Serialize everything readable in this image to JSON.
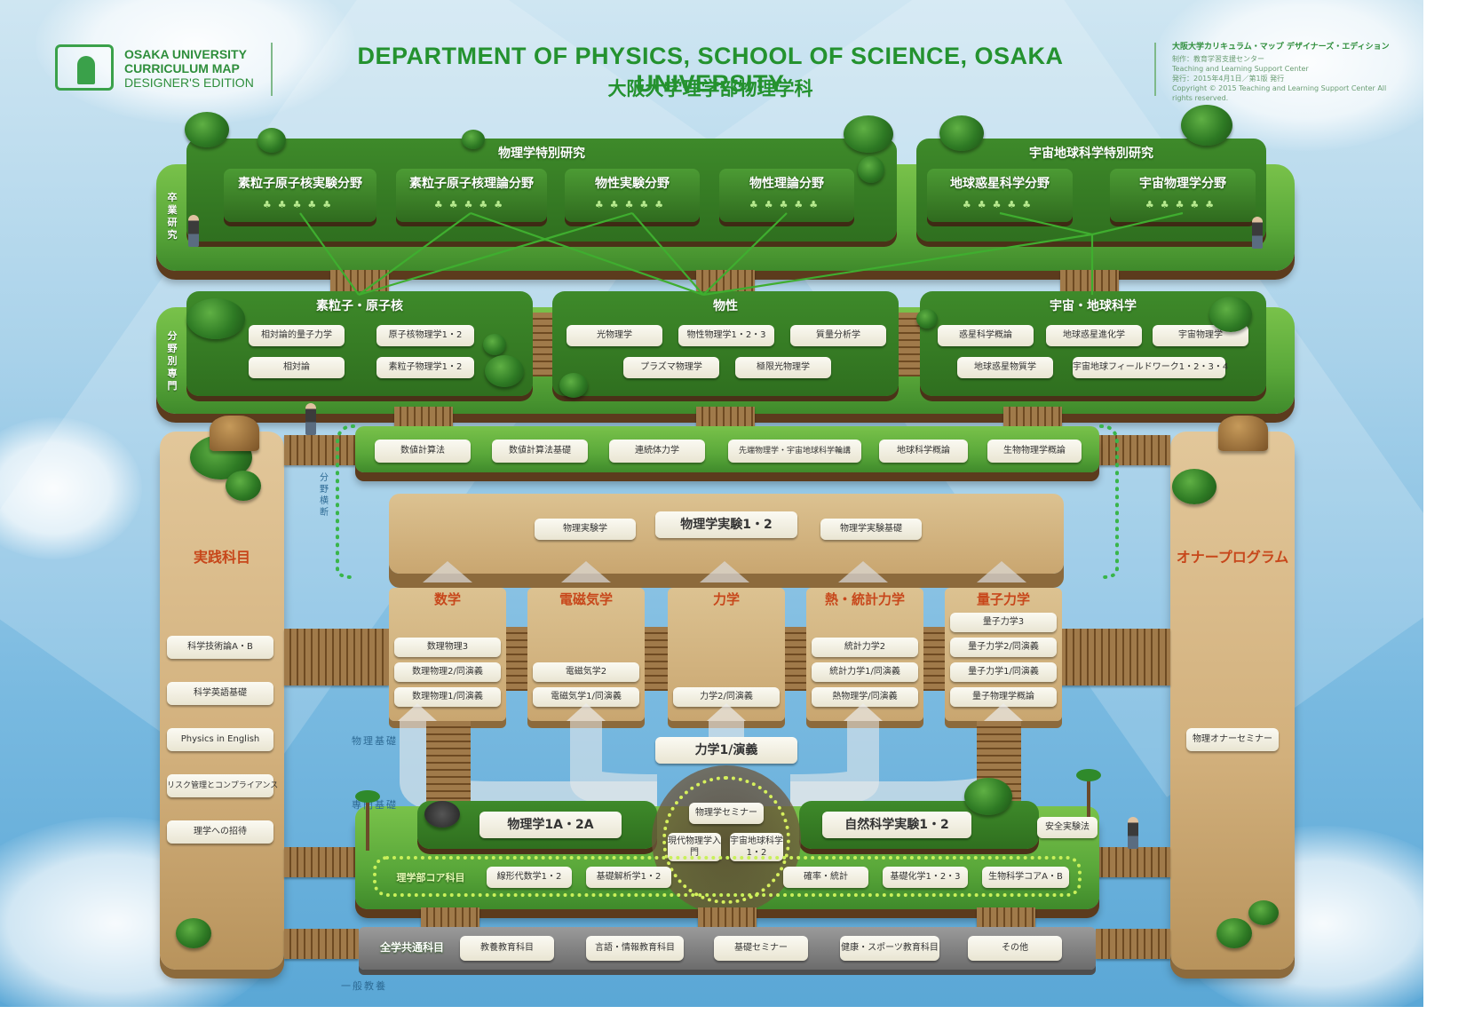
{
  "header": {
    "logo_line1": "OSAKA UNIVERSITY",
    "logo_line2": "CURRICULUM MAP",
    "logo_line3": "DESIGNER'S EDITION",
    "title_en": "DEPARTMENT OF PHYSICS, SCHOOL OF SCIENCE, OSAKA UNIVERSITY",
    "title_ja": "大阪大学理学部物理学科",
    "info_title": "大阪大学カリキュラム・マップ デザイナーズ・エディション",
    "info_line1": "制作：教育学習支援センター",
    "info_line2": "Teaching and Learning Support Center",
    "info_line3": "発行：2015年4月1日／第1版 発行",
    "info_line4": "Copyright © 2015 Teaching and Learning Support Center All rights reserved."
  },
  "labels": {
    "graduation_research": "卒業研究",
    "field_specialty": "分野別専門",
    "cross_field": "分野横断",
    "physics_basic": "物理基礎",
    "specialty_basic": "専門基礎",
    "general_education": "一般教養"
  },
  "graduation": {
    "physics_special": "物理学特別研究",
    "space_special": "宇宙地球科学特別研究",
    "labs": [
      "素粒子原子核実験分野",
      "素粒子原子核理論分野",
      "物性実験分野",
      "物性理論分野",
      "地球惑星科学分野",
      "宇宙物理学分野"
    ],
    "dots": "♣♣♣♣♣"
  },
  "fields": {
    "particle": {
      "title": "素粒子・原子核",
      "items": [
        "相対論的量子力学",
        "原子核物理学1・2",
        "相対論",
        "素粒子物理学1・2"
      ]
    },
    "condensed": {
      "title": "物性",
      "items": [
        "光物理学",
        "物性物理学1・2・3",
        "質量分析学",
        "プラズマ物理学",
        "極限光物理学"
      ]
    },
    "space": {
      "title": "宇宙・地球科学",
      "items": [
        "惑星科学概論",
        "地球惑星進化学",
        "宇宙物理学",
        "地球惑星物質学",
        "宇宙地球フィールドワーク1・2・3・4"
      ]
    }
  },
  "cross": [
    "数値計算法",
    "数値計算法基礎",
    "連続体力学",
    "先端物理学・宇宙地球科学輪講",
    "地球科学概論",
    "生物物理学概論"
  ],
  "experiments": {
    "left": "物理実験学",
    "center": "物理学実験1・2",
    "right": "物理学実験基礎"
  },
  "columns": [
    {
      "title": "数学",
      "items": [
        "数理物理3",
        "数理物理2/同演義",
        "数理物理1/同演義"
      ]
    },
    {
      "title": "電磁気学",
      "items": [
        "電磁気学2",
        "電磁気学1/同演義"
      ]
    },
    {
      "title": "力学",
      "items": [
        "力学2/同演義"
      ]
    },
    {
      "title": "熱・統計力学",
      "items": [
        "統計力学2",
        "統計力学1/同演義",
        "熱物理学/同演義"
      ]
    },
    {
      "title": "量子力学",
      "items": [
        "量子力学3",
        "量子力学2/同演義",
        "量子力学1/同演義",
        "量子物理学概論"
      ]
    }
  ],
  "practice": {
    "title": "実践科目",
    "items": [
      "科学技術論A・B",
      "科学英語基礎",
      "Physics in English",
      "リスク管理とコンプライアンス",
      "理学への招待"
    ]
  },
  "honors": {
    "title": "オナープログラム",
    "items": [
      "物理オナーセミナー"
    ]
  },
  "mechanics1": "力学1/演義",
  "base": {
    "physics12": "物理学1A・2A",
    "natural_exp": "自然科学実験1・2",
    "safety": "安全実験法",
    "seminar": "物理学セミナー",
    "modern": "現代物理学入門",
    "space_sci": "宇宙地球科学1・2",
    "core_label": "理学部コア科目",
    "core_items": [
      "線形代数学1・2",
      "基礎解析学1・2",
      "確率・統計",
      "基礎化学1・2・3",
      "生物科学コアA・B"
    ]
  },
  "general": {
    "label": "全学共通科目",
    "items": [
      "教養教育科目",
      "言語・情報教育科目",
      "基礎セミナー",
      "健康・スポーツ教育科目",
      "その他"
    ]
  },
  "colors": {
    "green": "#24922f",
    "orange": "#c7471b",
    "sky": "#78b9e0"
  }
}
